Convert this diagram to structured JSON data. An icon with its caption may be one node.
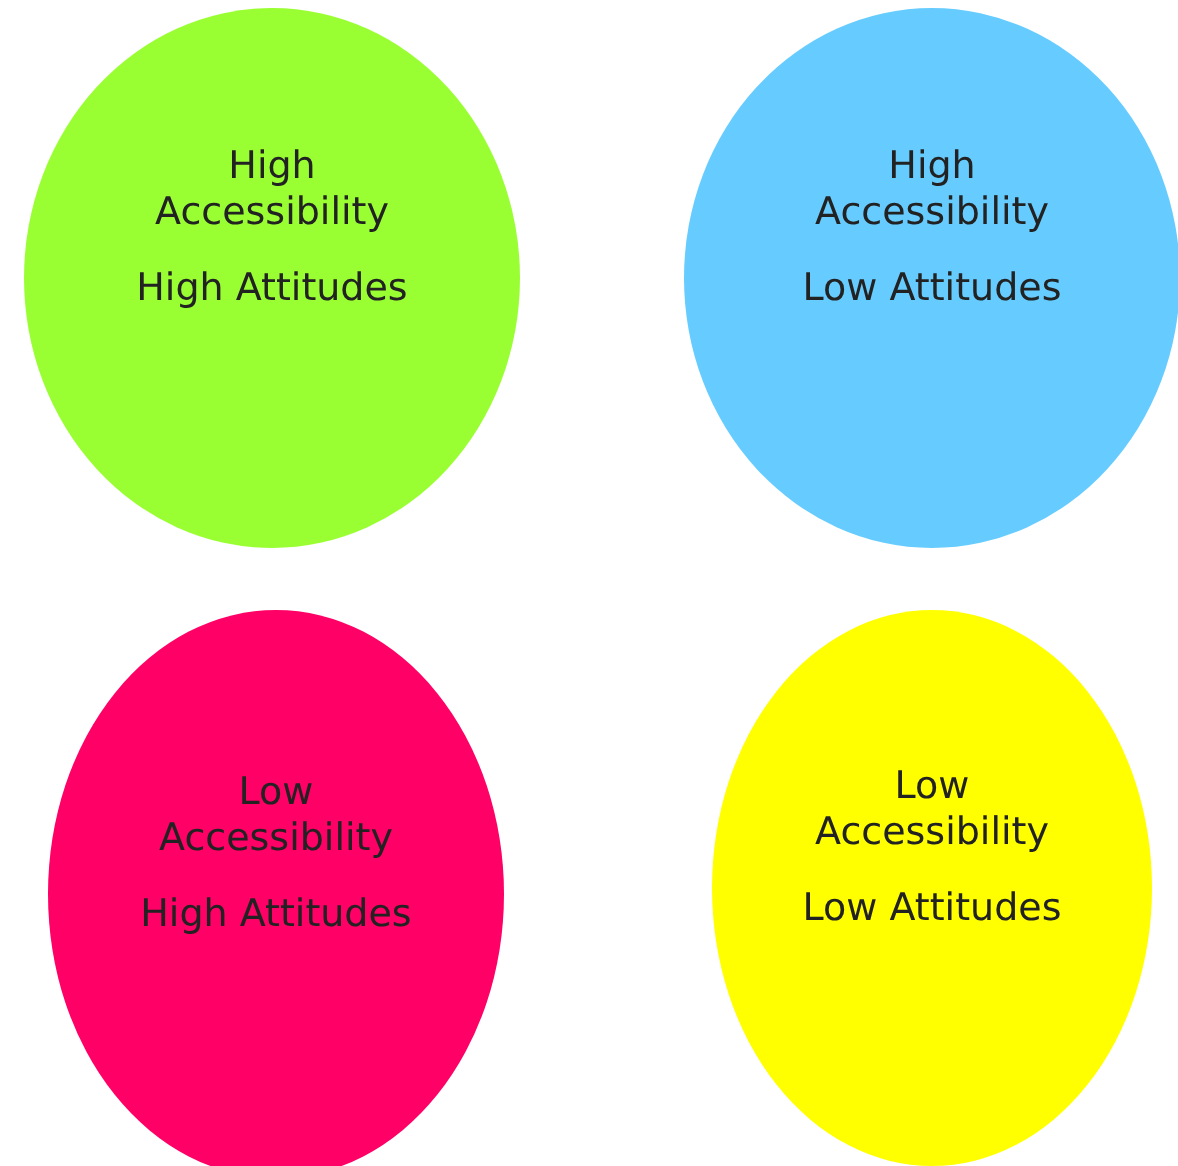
{
  "diagram": {
    "nodes": [
      {
        "text": [
          "High Accessibility",
          "High Attitudes"
        ]
      },
      {
        "text": [
          "High Accessibility",
          "Low Attitudes"
        ]
      },
      {
        "text": [
          "Low Accessibility",
          "High Attitudes"
        ]
      },
      {
        "text": [
          "Low Accessibility",
          "Low Attitudes"
        ]
      }
    ]
  }
}
